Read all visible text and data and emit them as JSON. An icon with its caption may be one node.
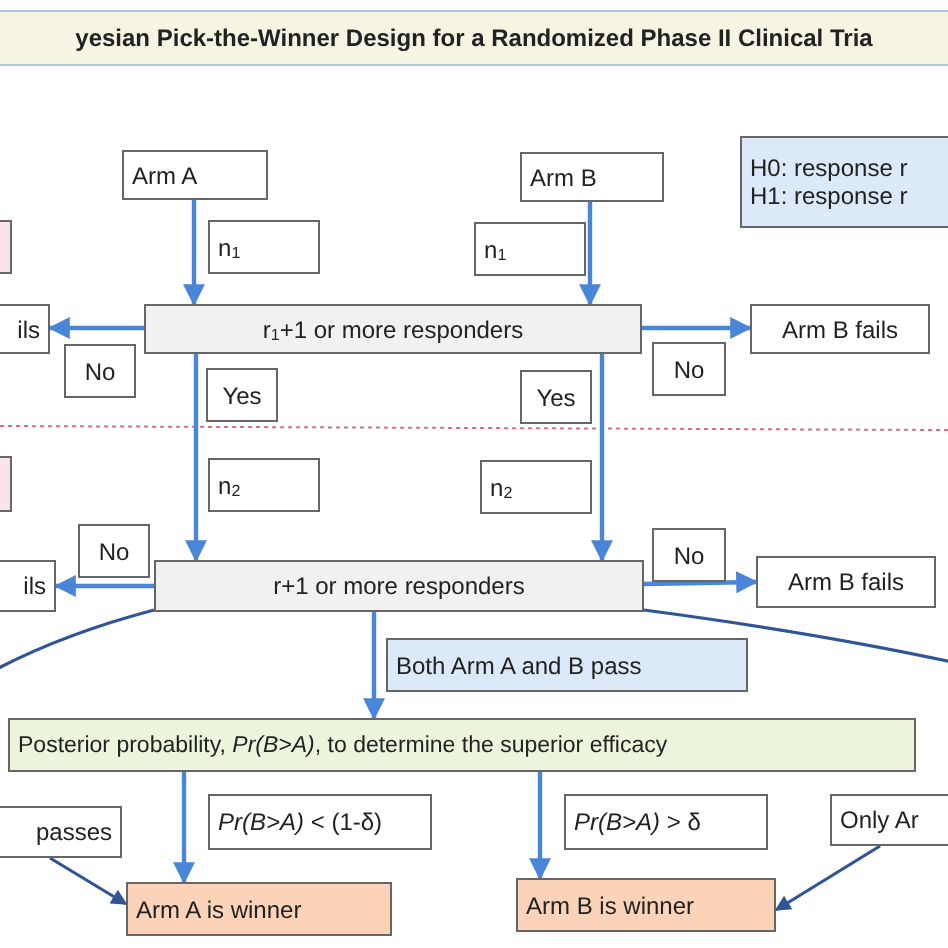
{
  "diagram": {
    "title": "yesian Pick-the-Winner Design for a Randomized Phase II Clinical Tria",
    "nodes": [
      {
        "text": [
          "Arm A"
        ]
      },
      {
        "text": [
          "Arm B"
        ]
      },
      {
        "text": [
          "H0: response r",
          "H1: response r"
        ]
      },
      {
        "text": [],
        "shape": "box"
      },
      {
        "text": [
          "n$_{1}$"
        ]
      },
      {
        "text": [
          "n$_{1}$"
        ]
      },
      {
        "text": [
          "ils"
        ]
      },
      {
        "text": [
          "r$_{1}$+1 or more responders"
        ]
      },
      {
        "text": [
          "Arm B fails"
        ]
      },
      {
        "text": [
          "No"
        ]
      },
      {
        "text": [
          "No"
        ]
      },
      {
        "text": [
          "Yes"
        ]
      },
      {
        "text": [
          "Yes"
        ]
      },
      {
        "text": [],
        "shape": "box"
      },
      {
        "text": [
          "n$_{2}$"
        ]
      },
      {
        "text": [
          "n$_{2}$"
        ]
      },
      {
        "text": [
          "No"
        ]
      },
      {
        "text": [
          "No"
        ]
      },
      {
        "text": [
          "ils"
        ]
      },
      {
        "text": [
          "r+1 or more responders"
        ]
      },
      {
        "text": [
          "Arm B fails"
        ]
      },
      {
        "text": [
          "Both Arm A and B pass"
        ]
      },
      {
        "text": [
          "Posterior probability, *Pr(B>A)*, to determine the superior efficacy"
        ]
      },
      {
        "text": [
          "passes"
        ]
      },
      {
        "text": [
          "*Pr(B>A)* < (1-δ)"
        ]
      },
      {
        "text": [
          "*Pr(B>A)* > δ"
        ]
      },
      {
        "text": [
          "Only Ar"
        ]
      },
      {
        "text": [
          "Arm A  is winner"
        ]
      },
      {
        "text": [
          "Arm B  is winner"
        ]
      }
    ],
    "edges": [
      {
        "from": 0,
        "to": 7,
        "arrow": "to"
      },
      {
        "from": 1,
        "to": 7,
        "arrow": "to"
      },
      {
        "from": 7,
        "to": 6,
        "arrow": "to"
      },
      {
        "from": 7,
        "to": 8,
        "arrow": "to"
      },
      {
        "from": 7,
        "to": 19,
        "arrow": "to"
      },
      {
        "from": 7,
        "to": 19,
        "arrow": "to"
      },
      {
        "from": 19,
        "to": 18,
        "arrow": "to"
      },
      {
        "from": 19,
        "to": 20,
        "arrow": "to"
      },
      {
        "from": 19,
        "to": 23,
        "arrow": "none",
        "color": "#2f5597"
      },
      {
        "from": 19,
        "to": 26,
        "arrow": "none",
        "color": "#2f5597"
      },
      {
        "from": 19,
        "to": 22,
        "arrow": "to"
      },
      {
        "from": 23,
        "to": 27,
        "arrow": "to",
        "color": "#2f5597"
      },
      {
        "from": 26,
        "to": 28,
        "arrow": "to",
        "color": "#2f5597"
      },
      {
        "from": 22,
        "to": 27,
        "arrow": "to"
      },
      {
        "from": 22,
        "to": 28,
        "arrow": "to"
      }
    ]
  }
}
